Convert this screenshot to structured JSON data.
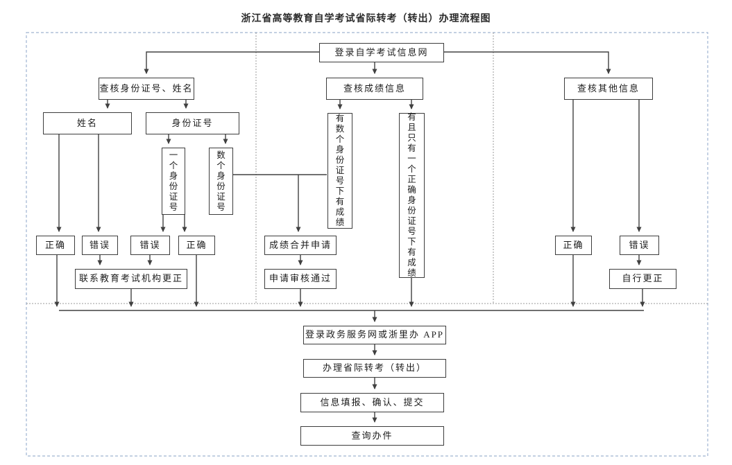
{
  "title": "浙江省高等教育自学考试省际转考（转出）办理流程图",
  "nodes": {
    "login": "登录自学考试信息网",
    "check_id_name": "查核身份证号、姓名",
    "name": "姓名",
    "id_number": "身份证号",
    "one_id": "一个身份证号",
    "multi_id": "数个身份证号",
    "correct_1": "正确",
    "error_1": "错误",
    "error_2": "错误",
    "correct_2": "正确",
    "contact_org": "联系教育考试机构更正",
    "check_score": "查核成绩信息",
    "multi_score": "有数个身份证号下有成绩",
    "one_score": "有且只有一个正确身份证号下有成绩",
    "merge_apply": "成绩合并申请",
    "apply_approved": "申请审核通过",
    "check_other": "查核其他信息",
    "correct_r": "正确",
    "error_r": "错误",
    "self_correct": "自行更正",
    "login_gov": "登录政务服务网或浙里办 APP",
    "transfer_out": "办理省际转考（转出）",
    "fill_confirm": "信息填报、确认、提交",
    "query": "查询办件"
  },
  "colors": {
    "line": "#404040",
    "outer_border": "#9fb3d1",
    "divider": "#9a9a9a",
    "box_bg": "#ffffff",
    "text": "#1c1c1c"
  }
}
